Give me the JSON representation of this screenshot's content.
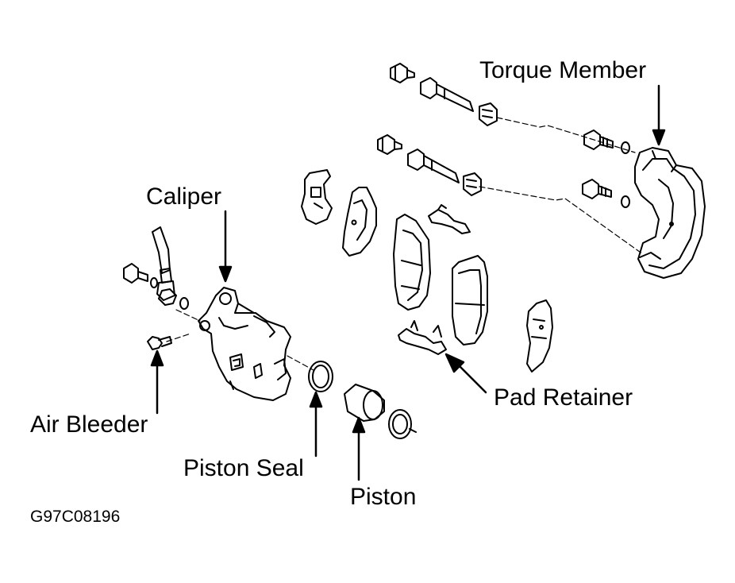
{
  "labels": {
    "torque_member": "Torque Member",
    "caliper": "Caliper",
    "pad_retainer": "Pad Retainer",
    "air_bleeder": "Air Bleeder",
    "piston_seal": "Piston Seal",
    "piston": "Piston"
  },
  "figure_code": "G97C08196",
  "colors": {
    "ink": "#000000",
    "paper": "#ffffff"
  }
}
